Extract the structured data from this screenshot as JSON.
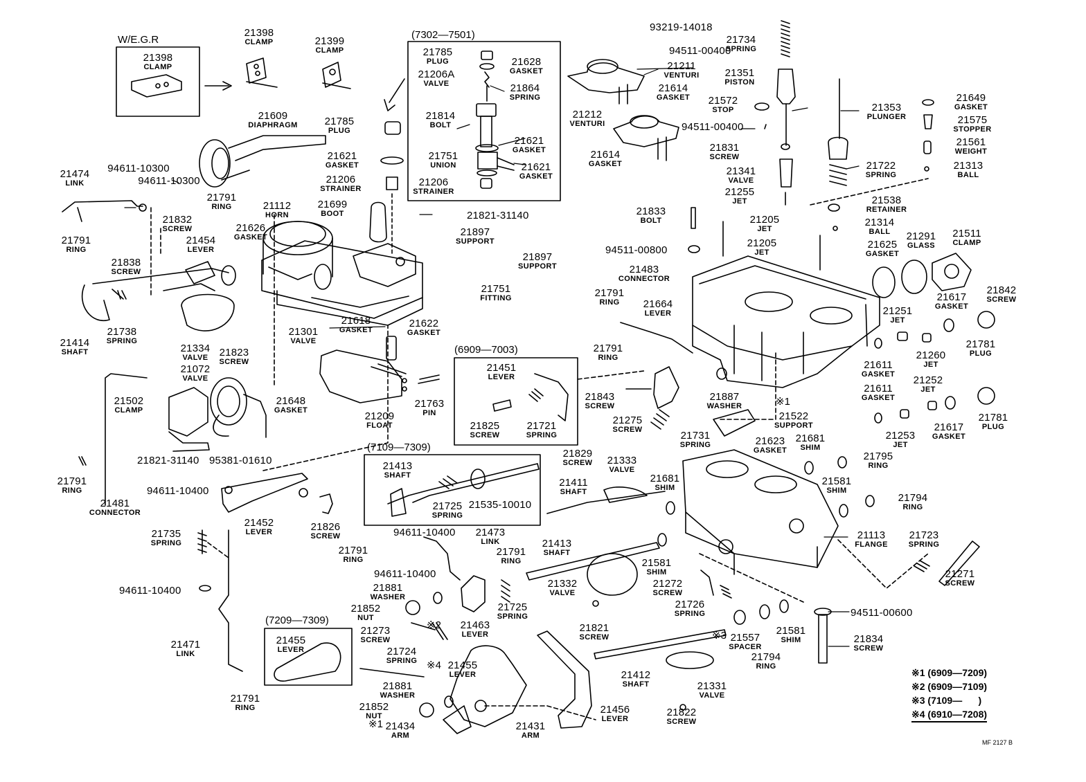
{
  "frames": {
    "egr": "W/E.G.R",
    "f7302": "(7302—7501)",
    "f6909": "(6909—7003)",
    "f7109": "(7109—7309)",
    "f7209": "(7209—7309)"
  },
  "labels": [
    {
      "id": "l01",
      "num": "21398",
      "desc": "CLAMP"
    },
    {
      "id": "l02",
      "num": "21398",
      "desc": "CLAMP"
    },
    {
      "id": "l03",
      "num": "21399",
      "desc": "CLAMP"
    },
    {
      "id": "l04",
      "num": "21785",
      "desc": "PLUG"
    },
    {
      "id": "l05",
      "num": "21628",
      "desc": "GASKET"
    },
    {
      "id": "l06",
      "num": "21206A",
      "desc": "VALVE"
    },
    {
      "id": "l07",
      "num": "21864",
      "desc": "SPRING"
    },
    {
      "id": "l08",
      "num": "21814",
      "desc": "BOLT"
    },
    {
      "id": "l09",
      "num": "21621",
      "desc": "GASKET"
    },
    {
      "id": "l10",
      "num": "21751",
      "desc": "UNION"
    },
    {
      "id": "l11",
      "num": "21621",
      "desc": "GASKET"
    },
    {
      "id": "l12",
      "num": "21206",
      "desc": "STRAINER"
    },
    {
      "id": "l13",
      "num": "21609",
      "desc": "DIAPHRAGM"
    },
    {
      "id": "l14",
      "num": "21785",
      "desc": "PLUG"
    },
    {
      "id": "l15",
      "num": "21621",
      "desc": "GASKET"
    },
    {
      "id": "l16",
      "num": "21206",
      "desc": "STRAINER"
    },
    {
      "id": "l17",
      "num": "21474",
      "desc": "LINK"
    },
    {
      "id": "l18",
      "num": "94611-10300",
      "desc": ""
    },
    {
      "id": "l19",
      "num": "94611-10300",
      "desc": ""
    },
    {
      "id": "l20",
      "num": "21791",
      "desc": "RING"
    },
    {
      "id": "l21",
      "num": "21791",
      "desc": "RING"
    },
    {
      "id": "l22",
      "num": "21832",
      "desc": "SCREW"
    },
    {
      "id": "l23",
      "num": "21112",
      "desc": "HORN"
    },
    {
      "id": "l24",
      "num": "21699",
      "desc": "BOOT"
    },
    {
      "id": "l25",
      "num": "21821-31140",
      "desc": ""
    },
    {
      "id": "l26",
      "num": "21626",
      "desc": "GASKET"
    },
    {
      "id": "l27",
      "num": "21454",
      "desc": "LEVER"
    },
    {
      "id": "l28",
      "num": "21897",
      "desc": "SUPPORT"
    },
    {
      "id": "l29",
      "num": "21897",
      "desc": "SUPPORT"
    },
    {
      "id": "l30",
      "num": "21838",
      "desc": "SCREW"
    },
    {
      "id": "l31",
      "num": "21751",
      "desc": "FITTING"
    },
    {
      "id": "l32",
      "num": "21618",
      "desc": "GASKET"
    },
    {
      "id": "l33",
      "num": "21622",
      "desc": "GASKET"
    },
    {
      "id": "l34",
      "num": "21414",
      "desc": "SHAFT"
    },
    {
      "id": "l35",
      "num": "21738",
      "desc": "SPRING"
    },
    {
      "id": "l36",
      "num": "21334",
      "desc": "VALVE"
    },
    {
      "id": "l37",
      "num": "21823",
      "desc": "SCREW"
    },
    {
      "id": "l38",
      "num": "21301",
      "desc": "VALVE"
    },
    {
      "id": "l39",
      "num": "21072",
      "desc": "VALVE"
    },
    {
      "id": "l40",
      "num": "21502",
      "desc": "CLAMP"
    },
    {
      "id": "l41",
      "num": "21648",
      "desc": "GASKET"
    },
    {
      "id": "l42",
      "num": "21209",
      "desc": "FLOAT"
    },
    {
      "id": "l43",
      "num": "21763",
      "desc": "PIN"
    },
    {
      "id": "l44",
      "num": "21451",
      "desc": "LEVER"
    },
    {
      "id": "l45",
      "num": "21825",
      "desc": "SCREW"
    },
    {
      "id": "l46",
      "num": "21721",
      "desc": "SPRING"
    },
    {
      "id": "l47",
      "num": "21821-31140",
      "desc": ""
    },
    {
      "id": "l48",
      "num": "95381-01610",
      "desc": ""
    },
    {
      "id": "l49",
      "num": "21791",
      "desc": "RING"
    },
    {
      "id": "l50",
      "num": "21481",
      "desc": "CONNECTOR"
    },
    {
      "id": "l51",
      "num": "94611-10400",
      "desc": ""
    },
    {
      "id": "l52",
      "num": "21452",
      "desc": "LEVER"
    },
    {
      "id": "l53",
      "num": "21826",
      "desc": "SCREW"
    },
    {
      "id": "l54",
      "num": "21413",
      "desc": "SHAFT"
    },
    {
      "id": "l55",
      "num": "21725",
      "desc": "SPRING"
    },
    {
      "id": "l56",
      "num": "21535-10010",
      "desc": ""
    },
    {
      "id": "l57",
      "num": "21735",
      "desc": "SPRING"
    },
    {
      "id": "l58",
      "num": "94611-10400",
      "desc": ""
    },
    {
      "id": "l59",
      "num": "21473",
      "desc": "LINK"
    },
    {
      "id": "l60",
      "num": "21791",
      "desc": "RING"
    },
    {
      "id": "l61",
      "num": "21791",
      "desc": "RING"
    },
    {
      "id": "l62",
      "num": "94611-10400",
      "desc": ""
    },
    {
      "id": "l63",
      "num": "94611-10400",
      "desc": ""
    },
    {
      "id": "l64",
      "num": "21881",
      "desc": "WASHER"
    },
    {
      "id": "l65",
      "num": "21852",
      "desc": "NUT"
    },
    {
      "id": "l66",
      "num": "21725",
      "desc": "SPRING"
    },
    {
      "id": "l67",
      "num": "21463",
      "desc": "LEVER"
    },
    {
      "id": "l68",
      "num": "21273",
      "desc": "SCREW"
    },
    {
      "id": "l69",
      "num": "21724",
      "desc": "SPRING"
    },
    {
      "id": "l70",
      "num": "21471",
      "desc": "LINK"
    },
    {
      "id": "l71",
      "num": "21455",
      "desc": "LEVER"
    },
    {
      "id": "l72",
      "num": "21455",
      "desc": "LEVER"
    },
    {
      "id": "l73",
      "num": "21881",
      "desc": "WASHER"
    },
    {
      "id": "l74",
      "num": "21852",
      "desc": "NUT"
    },
    {
      "id": "l75",
      "num": "21434",
      "desc": "ARM"
    },
    {
      "id": "l76",
      "num": "21431",
      "desc": "ARM"
    },
    {
      "id": "l77",
      "num": "21791",
      "desc": "RING"
    },
    {
      "id": "l78",
      "num": "21456",
      "desc": "LEVER"
    },
    {
      "id": "l79",
      "num": "21821",
      "desc": "SCREW"
    },
    {
      "id": "l80",
      "num": "21332",
      "desc": "VALVE"
    },
    {
      "id": "l81",
      "num": "21413",
      "desc": "SHAFT"
    },
    {
      "id": "l82",
      "num": "21411",
      "desc": "SHAFT"
    },
    {
      "id": "l83",
      "num": "21829",
      "desc": "SCREW"
    },
    {
      "id": "l84",
      "num": "21333",
      "desc": "VALVE"
    },
    {
      "id": "l85",
      "num": "21681",
      "desc": "SHIM"
    },
    {
      "id": "l86",
      "num": "21681",
      "desc": "SHIM"
    },
    {
      "id": "l87",
      "num": "21623",
      "desc": "GASKET"
    },
    {
      "id": "l88",
      "num": "21581",
      "desc": "SHIM"
    },
    {
      "id": "l89",
      "num": "21581",
      "desc": "SHIM"
    },
    {
      "id": "l90",
      "num": "21581",
      "desc": "SHIM"
    },
    {
      "id": "l91",
      "num": "21795",
      "desc": "RING"
    },
    {
      "id": "l92",
      "num": "21794",
      "desc": "RING"
    },
    {
      "id": "l93",
      "num": "21113",
      "desc": "FLANGE"
    },
    {
      "id": "l94",
      "num": "21723",
      "desc": "SPRING"
    },
    {
      "id": "l95",
      "num": "21271",
      "desc": "SCREW"
    },
    {
      "id": "l96",
      "num": "21272",
      "desc": "SCREW"
    },
    {
      "id": "l97",
      "num": "21726",
      "desc": "SPRING"
    },
    {
      "id": "l98",
      "num": "21557",
      "desc": "SPACER"
    },
    {
      "id": "l99",
      "num": "21794",
      "desc": "RING"
    },
    {
      "id": "m01",
      "num": "94511-00600",
      "desc": ""
    },
    {
      "id": "m02",
      "num": "21834",
      "desc": "SCREW"
    },
    {
      "id": "m03",
      "num": "21412",
      "desc": "SHAFT"
    },
    {
      "id": "m04",
      "num": "21331",
      "desc": "VALVE"
    },
    {
      "id": "m05",
      "num": "21822",
      "desc": "SCREW"
    },
    {
      "id": "m06",
      "num": "93219-14018",
      "desc": ""
    },
    {
      "id": "m07",
      "num": "94511-00400",
      "desc": ""
    },
    {
      "id": "m08",
      "num": "21211",
      "desc": "VENTURI"
    },
    {
      "id": "m09",
      "num": "21614",
      "desc": "GASKET"
    },
    {
      "id": "m10",
      "num": "21212",
      "desc": "VENTURI"
    },
    {
      "id": "m11",
      "num": "94511-00400",
      "desc": ""
    },
    {
      "id": "m12",
      "num": "21614",
      "desc": "GASKET"
    },
    {
      "id": "m13",
      "num": "21734",
      "desc": "SPRING"
    },
    {
      "id": "m14",
      "num": "21351",
      "desc": "PISTON"
    },
    {
      "id": "m15",
      "num": "21572",
      "desc": "STOP"
    },
    {
      "id": "m16",
      "num": "21831",
      "desc": "SCREW"
    },
    {
      "id": "m17",
      "num": "21341",
      "desc": "VALVE"
    },
    {
      "id": "m18",
      "num": "21255",
      "desc": "JET"
    },
    {
      "id": "m19",
      "num": "21833",
      "desc": "BOLT"
    },
    {
      "id": "m20",
      "num": "21205",
      "desc": "JET"
    },
    {
      "id": "m21",
      "num": "21205",
      "desc": "JET"
    },
    {
      "id": "m22",
      "num": "94511-00800",
      "desc": ""
    },
    {
      "id": "m23",
      "num": "21483",
      "desc": "CONNECTOR"
    },
    {
      "id": "m24",
      "num": "21791",
      "desc": "RING"
    },
    {
      "id": "m25",
      "num": "21664",
      "desc": "LEVER"
    },
    {
      "id": "m26",
      "num": "21791",
      "desc": "RING"
    },
    {
      "id": "m27",
      "num": "21843",
      "desc": "SCREW"
    },
    {
      "id": "m28",
      "num": "21887",
      "desc": "WASHER"
    },
    {
      "id": "m29",
      "num": "21522",
      "desc": "SUPPORT"
    },
    {
      "id": "m30",
      "num": "21275",
      "desc": "SCREW"
    },
    {
      "id": "m31",
      "num": "21731",
      "desc": "SPRING"
    },
    {
      "id": "m32",
      "num": "21353",
      "desc": "PLUNGER"
    },
    {
      "id": "m33",
      "num": "21722",
      "desc": "SPRING"
    },
    {
      "id": "m34",
      "num": "21538",
      "desc": "RETAINER"
    },
    {
      "id": "m35",
      "num": "21314",
      "desc": "BALL"
    },
    {
      "id": "m36",
      "num": "21649",
      "desc": "GASKET"
    },
    {
      "id": "m37",
      "num": "21575",
      "desc": "STOPPER"
    },
    {
      "id": "m38",
      "num": "21561",
      "desc": "WEIGHT"
    },
    {
      "id": "m39",
      "num": "21313",
      "desc": "BALL"
    },
    {
      "id": "m40",
      "num": "21625",
      "desc": "GASKET"
    },
    {
      "id": "m41",
      "num": "21291",
      "desc": "GLASS"
    },
    {
      "id": "m42",
      "num": "21511",
      "desc": "CLAMP"
    },
    {
      "id": "m43",
      "num": "21842",
      "desc": "SCREW"
    },
    {
      "id": "m44",
      "num": "21251",
      "desc": "JET"
    },
    {
      "id": "m45",
      "num": "21617",
      "desc": "GASKET"
    },
    {
      "id": "m46",
      "num": "21781",
      "desc": "PLUG"
    },
    {
      "id": "m47",
      "num": "21260",
      "desc": "JET"
    },
    {
      "id": "m48",
      "num": "21611",
      "desc": "GASKET"
    },
    {
      "id": "m49",
      "num": "21611",
      "desc": "GASKET"
    },
    {
      "id": "m50",
      "num": "21252",
      "desc": "JET"
    },
    {
      "id": "m51",
      "num": "21253",
      "desc": "JET"
    },
    {
      "id": "m52",
      "num": "21617",
      "desc": "GASKET"
    },
    {
      "id": "m53",
      "num": "21781",
      "desc": "PLUG"
    }
  ],
  "marks": {
    "m1": "※1",
    "m2": "※2",
    "m3": "※3",
    "m4": "※4",
    "m1b": "※1"
  },
  "legend": [
    "※1 (6909—7209)",
    "※2 (6909—7109)",
    "※3 (7109—      )",
    "※4 (6910—7208)"
  ],
  "drawing_code": "MF 2127 B"
}
